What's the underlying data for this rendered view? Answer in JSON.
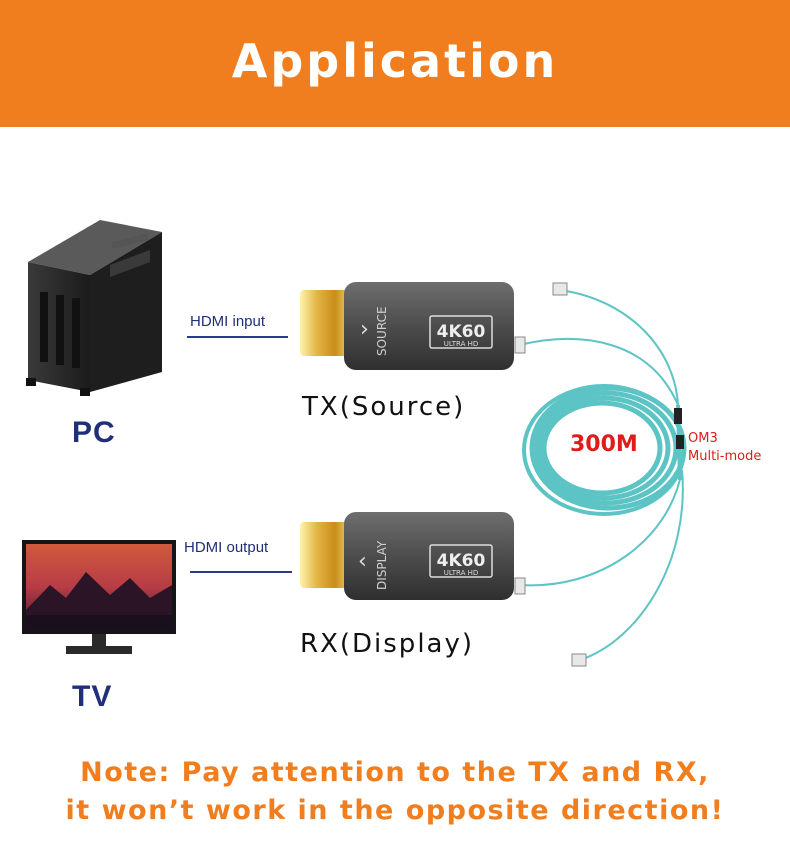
{
  "header": {
    "title": "Application"
  },
  "devices": {
    "pc_label": "PC",
    "tv_label": "TV"
  },
  "connections": {
    "input_label": "HDMI input",
    "output_label": "HDMI output"
  },
  "modules": {
    "tx_label": "TX(Source)",
    "rx_label": "RX(Display)",
    "tx_side_text": "SOURCE",
    "rx_side_text": "DISPLAY",
    "badge_main": "4K60",
    "badge_sub": "ULTRA HD"
  },
  "cable": {
    "length": "300M",
    "fiber_line1": "OM3",
    "fiber_line2": "Multi-mode"
  },
  "note": {
    "line1": "Note: Pay attention to the TX and RX,",
    "line2": "it won’t work in the opposite direction!"
  },
  "colors": {
    "accent": "#f07d1e",
    "navy": "#1f2f7a",
    "red": "#e01b1b",
    "fiber": "#5cc4c4"
  }
}
